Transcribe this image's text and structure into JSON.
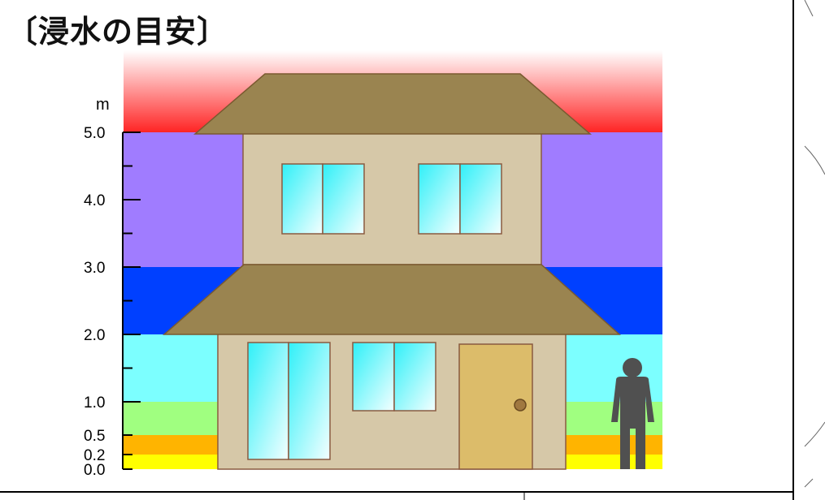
{
  "title": "〔浸水の目安〕",
  "axis": {
    "unit": "m",
    "ticks": [
      {
        "value": 5.0,
        "label": "5.0"
      },
      {
        "value": 4.0,
        "label": "4.0"
      },
      {
        "value": 3.0,
        "label": "3.0"
      },
      {
        "value": 2.0,
        "label": "2.0"
      },
      {
        "value": 1.0,
        "label": "1.0"
      },
      {
        "value": 0.5,
        "label": "0.5"
      },
      {
        "value": 0.2,
        "label": "0.2"
      },
      {
        "value": 0.0,
        "label": "0.0"
      }
    ],
    "minor_ticks": [
      4.5,
      3.5,
      2.5,
      1.5
    ]
  },
  "bands": [
    {
      "name": "band-0-0.2",
      "from": 0.0,
      "to": 0.2,
      "color": "#ffff00"
    },
    {
      "name": "band-0.2-0.5",
      "from": 0.2,
      "to": 0.5,
      "color": "#ffb400"
    },
    {
      "name": "band-0.5-1",
      "from": 0.5,
      "to": 1.0,
      "color": "#a0ff80"
    },
    {
      "name": "band-1-2",
      "from": 1.0,
      "to": 2.0,
      "color": "#7cffff"
    },
    {
      "name": "band-2-3",
      "from": 2.0,
      "to": 3.0,
      "color": "#0040ff"
    },
    {
      "name": "band-3-5",
      "from": 3.0,
      "to": 5.0,
      "color": "#a07cff"
    }
  ],
  "colors": {
    "sky_top": "#ffffff",
    "sky_bottom": "#ff2020",
    "roof": "#9a8450",
    "wall": "#d6c8a8",
    "door": "#dcbc6a",
    "window_glass": "#40f0f8",
    "person": "#505050"
  }
}
